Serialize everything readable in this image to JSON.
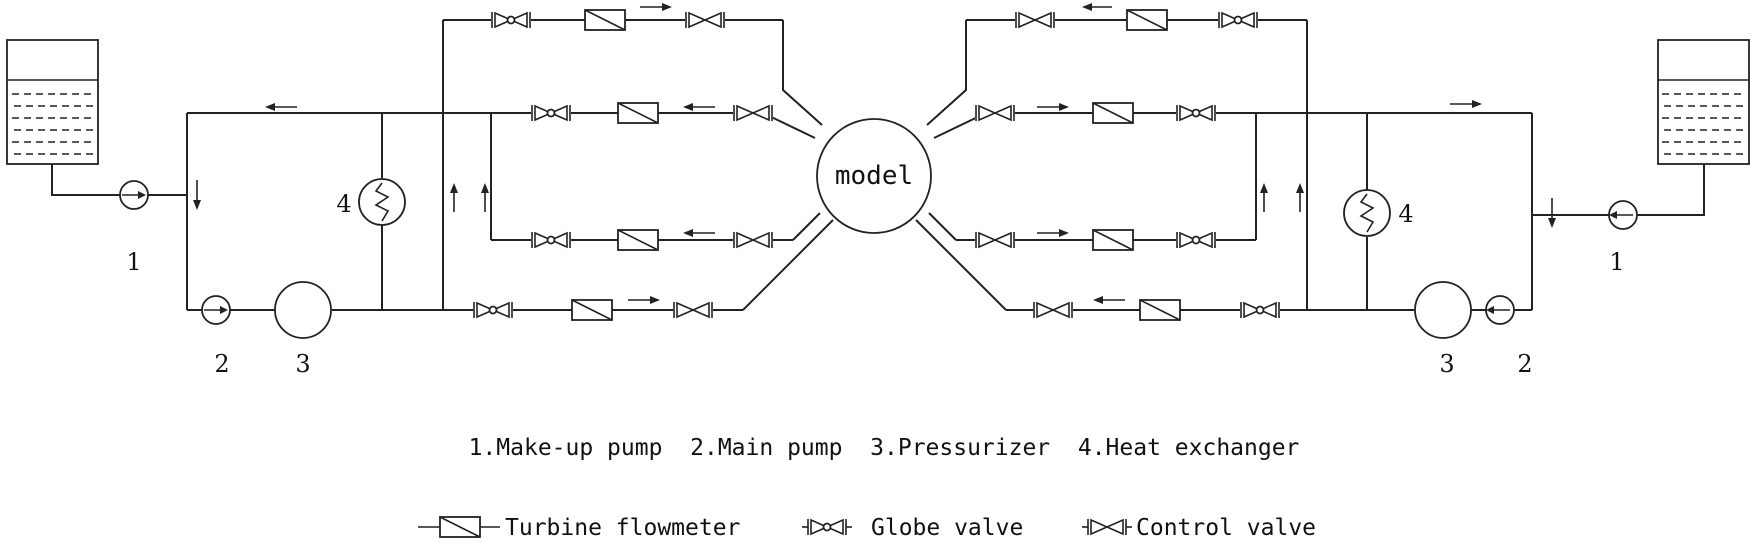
{
  "diagram": {
    "center_label": "model",
    "component_numbers": {
      "left_makeup": "1",
      "left_main_pump": "2",
      "left_pressurizer": "3",
      "left_heat_exchanger": "4",
      "right_makeup": "1",
      "right_main_pump": "2",
      "right_pressurizer": "3",
      "right_heat_exchanger": "4"
    },
    "caption": "1.Make-up pump  2.Main pump  3.Pressurizer  4.Heat exchanger",
    "legend": {
      "turbine_flowmeter": "Turbine flowmeter",
      "globe_valve": "Globe valve",
      "control_valve": "Control valve"
    }
  }
}
